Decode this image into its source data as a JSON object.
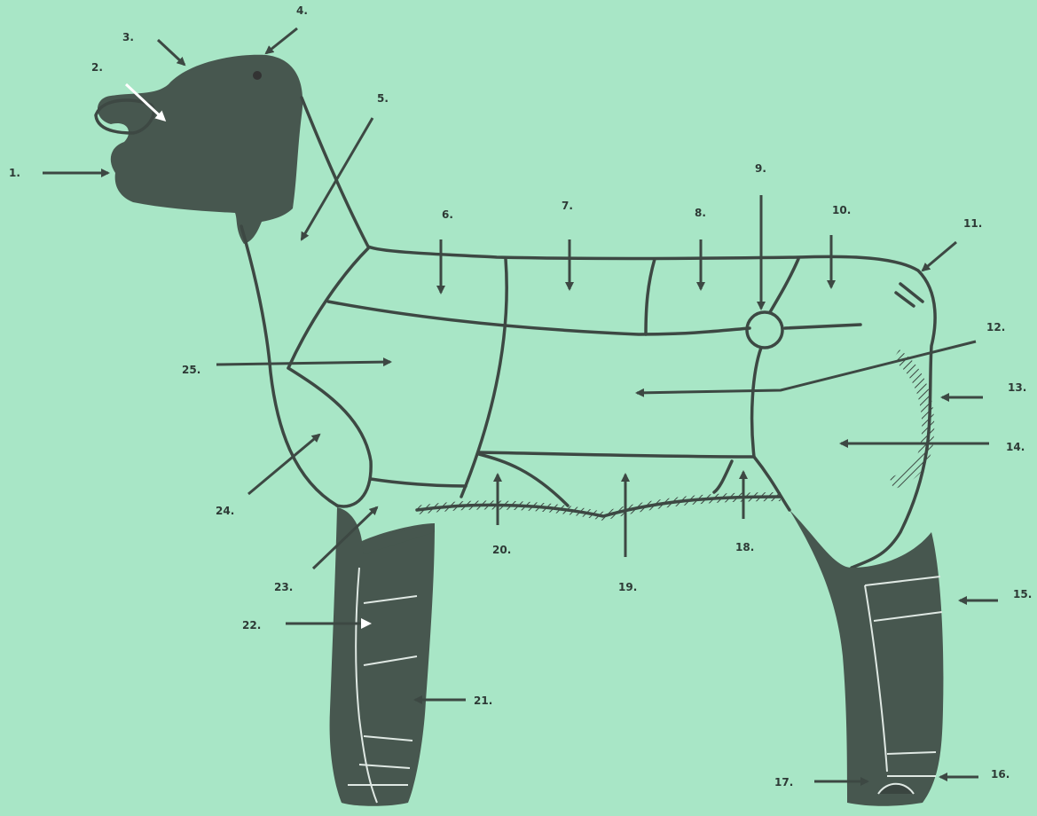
{
  "diagram": {
    "background_color": "#a8e6c6",
    "ink_color": "#3d4843",
    "dark_fill_color": "#47574f",
    "labels": [
      "1.",
      "2.",
      "3.",
      "4.",
      "5.",
      "6.",
      "7.",
      "8.",
      "9.",
      "10.",
      "11.",
      "12.",
      "13.",
      "14.",
      "15.",
      "16.",
      "17.",
      "18.",
      "19.",
      "20.",
      "21.",
      "22.",
      "23.",
      "24.",
      "25."
    ]
  }
}
